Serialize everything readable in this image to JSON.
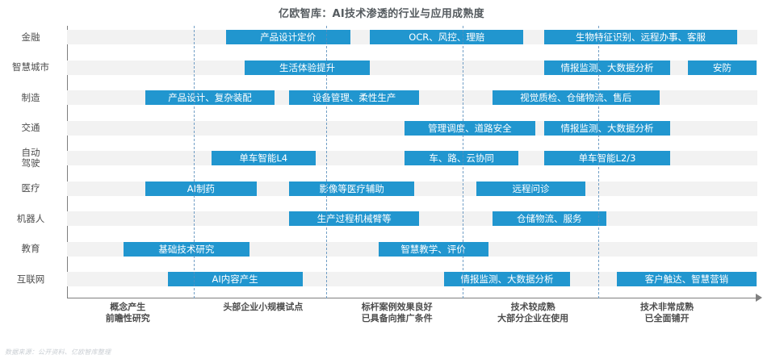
{
  "chart_title": "亿欧智库：AI技术渗透的行业与应用成熟度",
  "footer": {
    "source": "数据来源：公开资料、亿欧智库整理"
  },
  "colors": {
    "bar": "#2196cf",
    "band": "#f2f2f2",
    "gridline": "#5a8fbd",
    "axis": "#7f7f7f",
    "title_text": "#555b5f",
    "label_text": "#4d4d4d",
    "bar_text": "#ffffff",
    "footer_text": "#c9ced3"
  },
  "chart_data": {
    "type": "bar",
    "title": "亿欧智库：AI技术渗透的行业与应用成熟度",
    "xlabel": "",
    "ylabel": "",
    "xlim": [
      0,
      100
    ],
    "grid": true,
    "gridlines_pct": [
      18.4,
      37.6,
      57.3,
      77.0
    ],
    "legend": "none",
    "categories": [
      "金融",
      "智慧城市",
      "制造",
      "交通",
      "自动驾驶",
      "医疗",
      "机器人",
      "教育",
      "互联网"
    ],
    "x_axis_stages": [
      {
        "label_lines": [
          "概念产生",
          "前瞻性研究"
        ],
        "center_pct": 8.8
      },
      {
        "label_lines": [
          "头部企业小规模试点"
        ],
        "center_pct": 28.4
      },
      {
        "label_lines": [
          "标杆案例效果良好",
          "已具备向推广条件"
        ],
        "center_pct": 47.8
      },
      {
        "label_lines": [
          "技术较成熟",
          "大部分企业在使用"
        ],
        "center_pct": 67.5
      },
      {
        "label_lines": [
          "技术非常成熟",
          "已全面铺开"
        ],
        "center_pct": 86.9
      }
    ],
    "rows": [
      {
        "category": "金融",
        "label_lines": [
          "金融"
        ],
        "bars": [
          {
            "text": "产品设计定价",
            "start_pct": 23.0,
            "end_pct": 41.0
          },
          {
            "text": "OCR、风控、理赔",
            "start_pct": 43.9,
            "end_pct": 66.1
          },
          {
            "text": "生物特征识别、远程办事、客服",
            "start_pct": 69.1,
            "end_pct": 97.1
          }
        ]
      },
      {
        "category": "智慧城市",
        "label_lines": [
          "智慧城市"
        ],
        "bars": [
          {
            "text": "生活体验提升",
            "start_pct": 25.7,
            "end_pct": 43.9
          },
          {
            "text": "情报监测、大数据分析",
            "start_pct": 69.1,
            "end_pct": 87.4
          },
          {
            "text": "安防",
            "start_pct": 89.9,
            "end_pct": 99.9
          }
        ]
      },
      {
        "category": "制造",
        "label_lines": [
          "制造"
        ],
        "bars": [
          {
            "text": "产品设计、复杂装配",
            "start_pct": 11.3,
            "end_pct": 30.1
          },
          {
            "text": "设备管理、柔性生产",
            "start_pct": 32.2,
            "end_pct": 51.0
          },
          {
            "text": "视觉质检、仓储物流、售后",
            "start_pct": 61.6,
            "end_pct": 85.8
          }
        ]
      },
      {
        "category": "交通",
        "label_lines": [
          "交通"
        ],
        "bars": [
          {
            "text": "管理调度、道路安全",
            "start_pct": 48.9,
            "end_pct": 67.8
          },
          {
            "text": "情报监测、大数据分析",
            "start_pct": 69.1,
            "end_pct": 87.4
          }
        ]
      },
      {
        "category": "自动驾驶",
        "label_lines": [
          "自动",
          "驾驶"
        ],
        "bars": [
          {
            "text": "单车智能L4",
            "start_pct": 20.9,
            "end_pct": 36.0
          },
          {
            "text": "车、路、云协同",
            "start_pct": 48.9,
            "end_pct": 65.4
          },
          {
            "text": "单车智能L2/3",
            "start_pct": 69.1,
            "end_pct": 87.4
          }
        ]
      },
      {
        "category": "医疗",
        "label_lines": [
          "医疗"
        ],
        "bars": [
          {
            "text": "AI制药",
            "start_pct": 11.3,
            "end_pct": 27.5
          },
          {
            "text": "影像等医疗辅助",
            "start_pct": 32.2,
            "end_pct": 50.3
          },
          {
            "text": "远程问诊",
            "start_pct": 59.3,
            "end_pct": 75.1
          }
        ]
      },
      {
        "category": "机器人",
        "label_lines": [
          "机器人"
        ],
        "bars": [
          {
            "text": "生产过程机械臂等",
            "start_pct": 32.2,
            "end_pct": 51.0
          },
          {
            "text": "仓储物流、服务",
            "start_pct": 61.6,
            "end_pct": 78.1
          }
        ]
      },
      {
        "category": "教育",
        "label_lines": [
          "教育"
        ],
        "bars": [
          {
            "text": "基础技术研究",
            "start_pct": 8.2,
            "end_pct": 26.4
          },
          {
            "text": "智慧教学、评价",
            "start_pct": 45.1,
            "end_pct": 61.0
          }
        ]
      },
      {
        "category": "互联网",
        "label_lines": [
          "互联网"
        ],
        "bars": [
          {
            "text": "AI内容产生",
            "start_pct": 14.6,
            "end_pct": 34.1
          },
          {
            "text": "情报监测、大数据分析",
            "start_pct": 54.6,
            "end_pct": 72.9
          },
          {
            "text": "客户触达、智慧营销",
            "start_pct": 79.6,
            "end_pct": 99.9
          }
        ]
      }
    ]
  }
}
